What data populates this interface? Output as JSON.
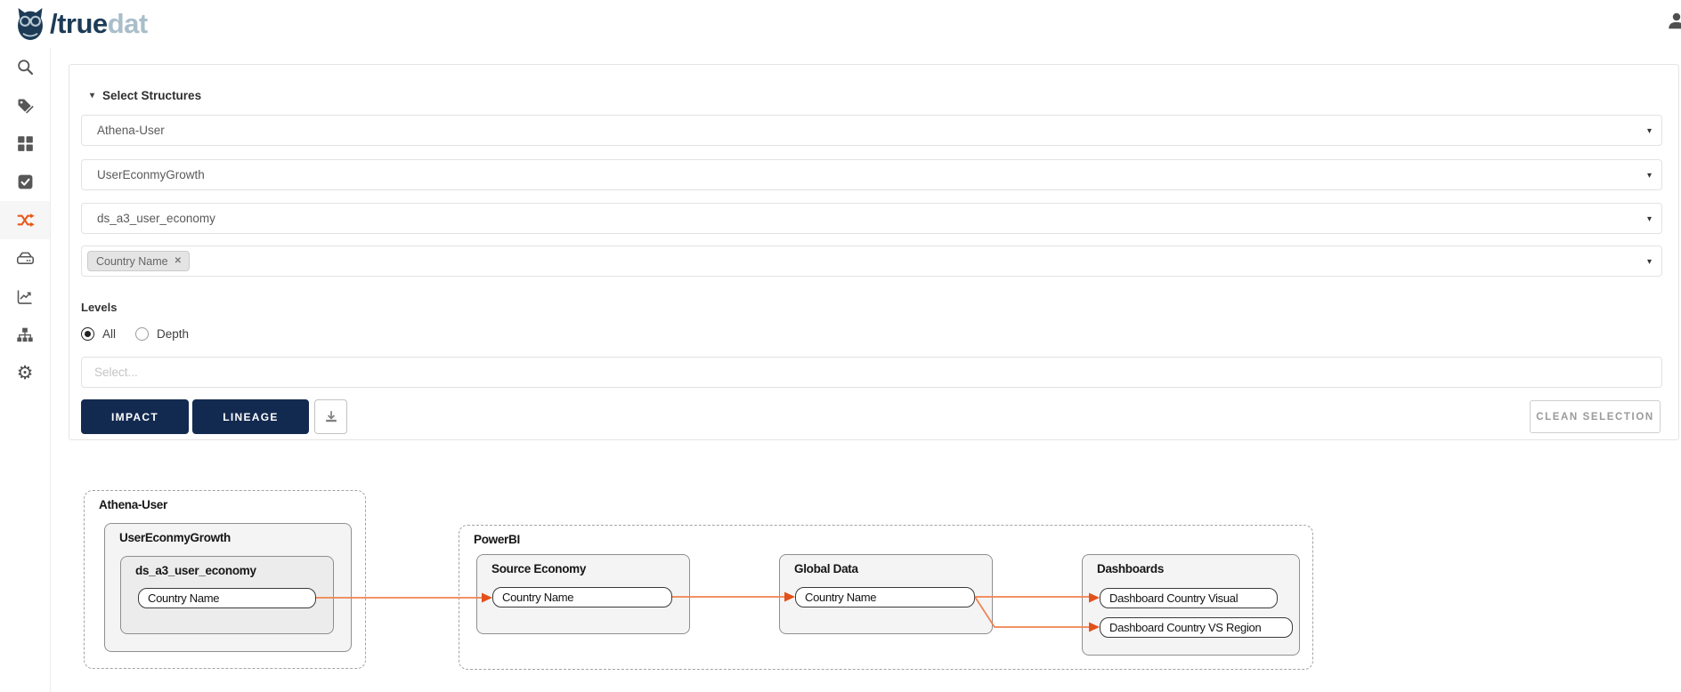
{
  "header": {
    "logo": {
      "slash_true": "/true",
      "dat": "dat"
    }
  },
  "sidebar": {
    "items": [
      {
        "name": "search",
        "icon": "search-icon",
        "active": false
      },
      {
        "name": "glossary",
        "icon": "tag-icon",
        "active": false
      },
      {
        "name": "catalog",
        "icon": "grid-icon",
        "active": false
      },
      {
        "name": "quality",
        "icon": "check-square-icon",
        "active": false
      },
      {
        "name": "lineage",
        "icon": "shuffle-icon",
        "active": true
      },
      {
        "name": "sources",
        "icon": "drawer-icon",
        "active": false
      },
      {
        "name": "dashboards",
        "icon": "chart-line-icon",
        "active": false
      },
      {
        "name": "taxonomy",
        "icon": "sitemap-icon",
        "active": false
      },
      {
        "name": "settings",
        "icon": "gear-icon",
        "active": false
      }
    ]
  },
  "filters": {
    "section_title": "Select Structures",
    "dropdowns": [
      {
        "value": "Athena-User"
      },
      {
        "value": "UserEconmyGrowth"
      },
      {
        "value": "ds_a3_user_economy"
      }
    ],
    "selected_chip": {
      "label": "Country Name"
    },
    "levels": {
      "label": "Levels",
      "options": [
        {
          "label": "All",
          "selected": true
        },
        {
          "label": "Depth",
          "selected": false
        }
      ]
    },
    "depth_select": {
      "placeholder": "Select..."
    },
    "buttons": {
      "impact": "IMPACT",
      "lineage": "LINEAGE",
      "clean_selection": "CLEAN SELECTION"
    }
  },
  "diagram": {
    "athena": {
      "label": "Athena-User",
      "system": "UserEconmyGrowth",
      "table": "ds_a3_user_economy",
      "field": "Country Name"
    },
    "powerbi": {
      "label": "PowerBI",
      "nodes": [
        {
          "title": "Source Economy",
          "fields": [
            "Country Name"
          ]
        },
        {
          "title": "Global Data",
          "fields": [
            "Country Name"
          ]
        },
        {
          "title": "Dashboards",
          "fields": [
            "Dashboard Country Visual",
            "Dashboard Country VS Region"
          ]
        }
      ]
    },
    "edges": [
      {
        "from": "Athena-User/ds_a3_user_economy/Country Name",
        "to": "PowerBI/Source Economy/Country Name"
      },
      {
        "from": "PowerBI/Source Economy/Country Name",
        "to": "PowerBI/Global Data/Country Name"
      },
      {
        "from": "PowerBI/Global Data/Country Name",
        "to": "PowerBI/Dashboards/Dashboard Country Visual"
      },
      {
        "from": "PowerBI/Global Data/Country Name",
        "to": "PowerBI/Dashboards/Dashboard Country VS Region"
      }
    ]
  },
  "colors": {
    "navy_button": "#132a50",
    "logo_navy": "#1d3b56",
    "logo_gray": "#a9bec9",
    "accent_orange": "#e8591d",
    "edge_line": "#f0824f",
    "edge_arrow": "#e3511b"
  }
}
